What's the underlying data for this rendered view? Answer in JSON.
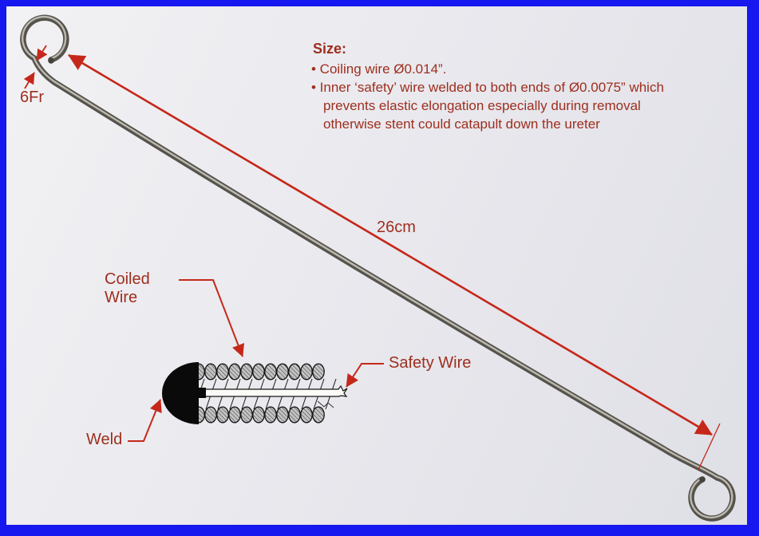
{
  "document": {
    "type": "annotated-medical-device-diagram",
    "subject": "ureteric stent retrieval coil / guidewire with end loops"
  },
  "colors": {
    "border_blue": "#1717ef",
    "background_gray": "#e8e8ee",
    "text_red": "#9e2e1d",
    "annotation_red": "#c5281a",
    "wire_gray": "#56534c",
    "coil_fill_gray": "#c4c4c4",
    "weld_black": "#0a0a0a",
    "safety_wire_white": "#fbfbf8"
  },
  "size_note": {
    "heading": "Size:",
    "lines": [
      "• Coiling wire Ø0.014”.",
      "• Inner ‘safety’ wire welded to both ends of Ø0.0075” which",
      "prevents elastic elongation especially during removal",
      "otherwise stent could catapult down the ureter"
    ]
  },
  "annotations": {
    "length_label": "26cm",
    "gauge_label": "6Fr",
    "coiled_wire_label": "Coiled\nWire",
    "weld_label": "Weld",
    "safety_wire_label": "Safety Wire"
  },
  "coil_diagram": {
    "turns": 11,
    "connector_lines": 12
  }
}
